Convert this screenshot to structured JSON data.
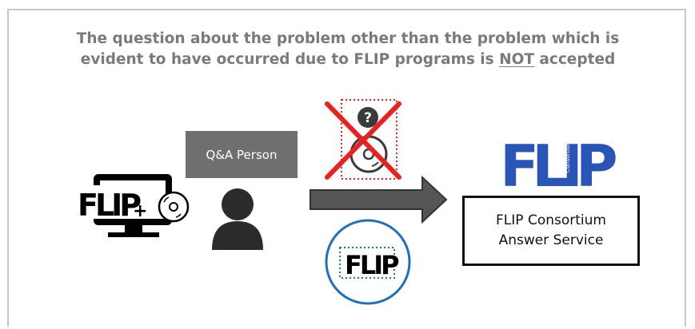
{
  "heading": {
    "line1": "The question about the problem other than the problem which is",
    "line2_before": "evident to have occurred due to FLIP programs is ",
    "line2_emph": "NOT",
    "line2_after": " accepted"
  },
  "qa_label": "Q&A Person",
  "answer_service": {
    "line1": "FLIP Consortium",
    "line2": "Answer Service"
  },
  "logos": {
    "flip_text": "FLIP",
    "consortium_vertical": "Consortium",
    "plus": "+",
    "question_mark": "?"
  },
  "colors": {
    "heading": "#7a7a7a",
    "flip_blue": "#2a55b8",
    "reject_red": "#e8231f",
    "dotted_red": "#e8231f",
    "circle_blue": "#1f6fc1",
    "arrow": "#555555",
    "person": "#2b2b2b"
  }
}
